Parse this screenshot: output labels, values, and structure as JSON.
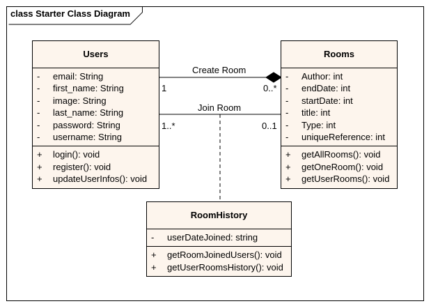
{
  "frame": {
    "title": "class Starter Class Diagram"
  },
  "classes": {
    "users": {
      "name": "Users",
      "attributes": [
        {
          "vis": "-",
          "text": "email: String"
        },
        {
          "vis": "-",
          "text": "first_name: String"
        },
        {
          "vis": "-",
          "text": "image: String"
        },
        {
          "vis": "-",
          "text": "last_name: String"
        },
        {
          "vis": "-",
          "text": "password: String"
        },
        {
          "vis": "-",
          "text": "username: String"
        }
      ],
      "operations": [
        {
          "vis": "+",
          "text": "login(): void"
        },
        {
          "vis": "+",
          "text": "register(): void"
        },
        {
          "vis": "+",
          "text": "updateUserInfos(): void"
        }
      ]
    },
    "rooms": {
      "name": "Rooms",
      "attributes": [
        {
          "vis": "-",
          "text": "Author: int"
        },
        {
          "vis": "-",
          "text": "endDate: int"
        },
        {
          "vis": "-",
          "text": "startDate: int"
        },
        {
          "vis": "-",
          "text": "title: int"
        },
        {
          "vis": "-",
          "text": "Type: int"
        },
        {
          "vis": "-",
          "text": "uniqueReference: int"
        }
      ],
      "operations": [
        {
          "vis": "+",
          "text": "getAllRooms(): void"
        },
        {
          "vis": "+",
          "text": "getOneRoom(): void"
        },
        {
          "vis": "+",
          "text": "getUserRooms(): void"
        }
      ]
    },
    "roomhistory": {
      "name": "RoomHistory",
      "attributes": [
        {
          "vis": "-",
          "text": "userDateJoined: string"
        }
      ],
      "operations": [
        {
          "vis": "+",
          "text": "getRoomJoinedUsers(): void"
        },
        {
          "vis": "+",
          "text": "getUserRoomsHistory(): void"
        }
      ]
    }
  },
  "associations": {
    "create_room": {
      "label": "Create Room",
      "source_mult": "1",
      "target_mult": "0..*"
    },
    "join_room": {
      "label": "Join Room",
      "source_mult": "1..*",
      "target_mult": "0..1"
    }
  }
}
